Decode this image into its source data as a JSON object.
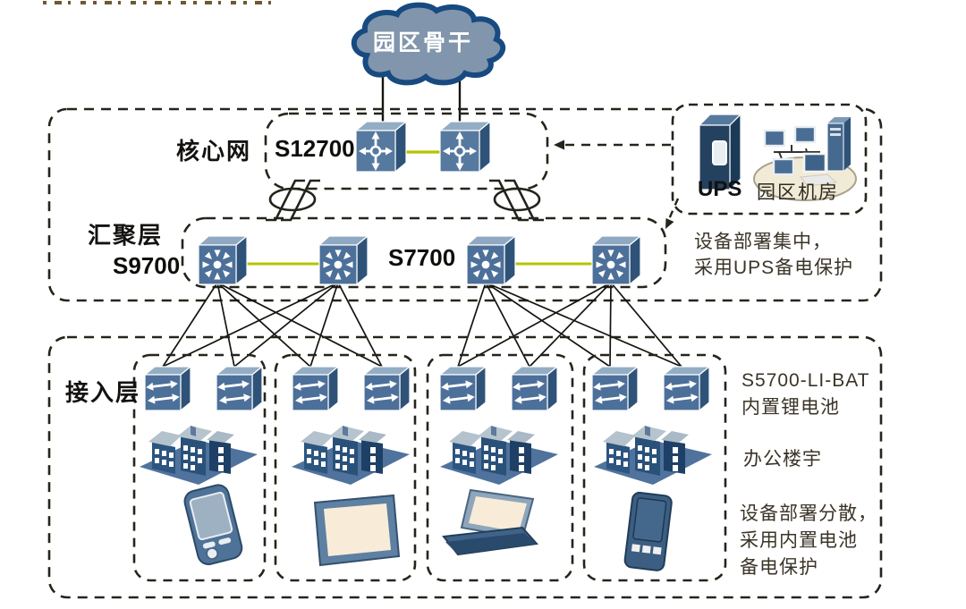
{
  "diagram": {
    "cloud": {
      "label": "园区骨干"
    },
    "core": {
      "layer_label": "核心网",
      "device_label": "S12700"
    },
    "aggregation": {
      "layer_label": "汇聚层",
      "left_device_label": "S9700",
      "right_device_label": "S7700"
    },
    "access": {
      "layer_label": "接入层"
    },
    "equipment_room": {
      "ups_label": "UPS",
      "room_label": "园区机房"
    },
    "annotations": {
      "agg_note_line1": "设备部署集中，",
      "agg_note_line2": "采用UPS备电保护",
      "access_model_line1": "S5700-LI-BAT",
      "access_model_line2": "内置锂电池",
      "building_label": "办公楼宇",
      "access_note_line1": "设备部署分散，",
      "access_note_line2": "采用内置电池",
      "access_note_line3": "备电保护"
    },
    "colors": {
      "link_green": "#b5c400",
      "node_blue_front": "#4c7099",
      "node_blue_top": "#93adc4",
      "node_blue_side": "#2f5378",
      "cloud_fill": "#8195ac",
      "cloud_stroke": "#174a80",
      "dash_color": "#26241a",
      "building_blue": "#2a5179"
    }
  }
}
